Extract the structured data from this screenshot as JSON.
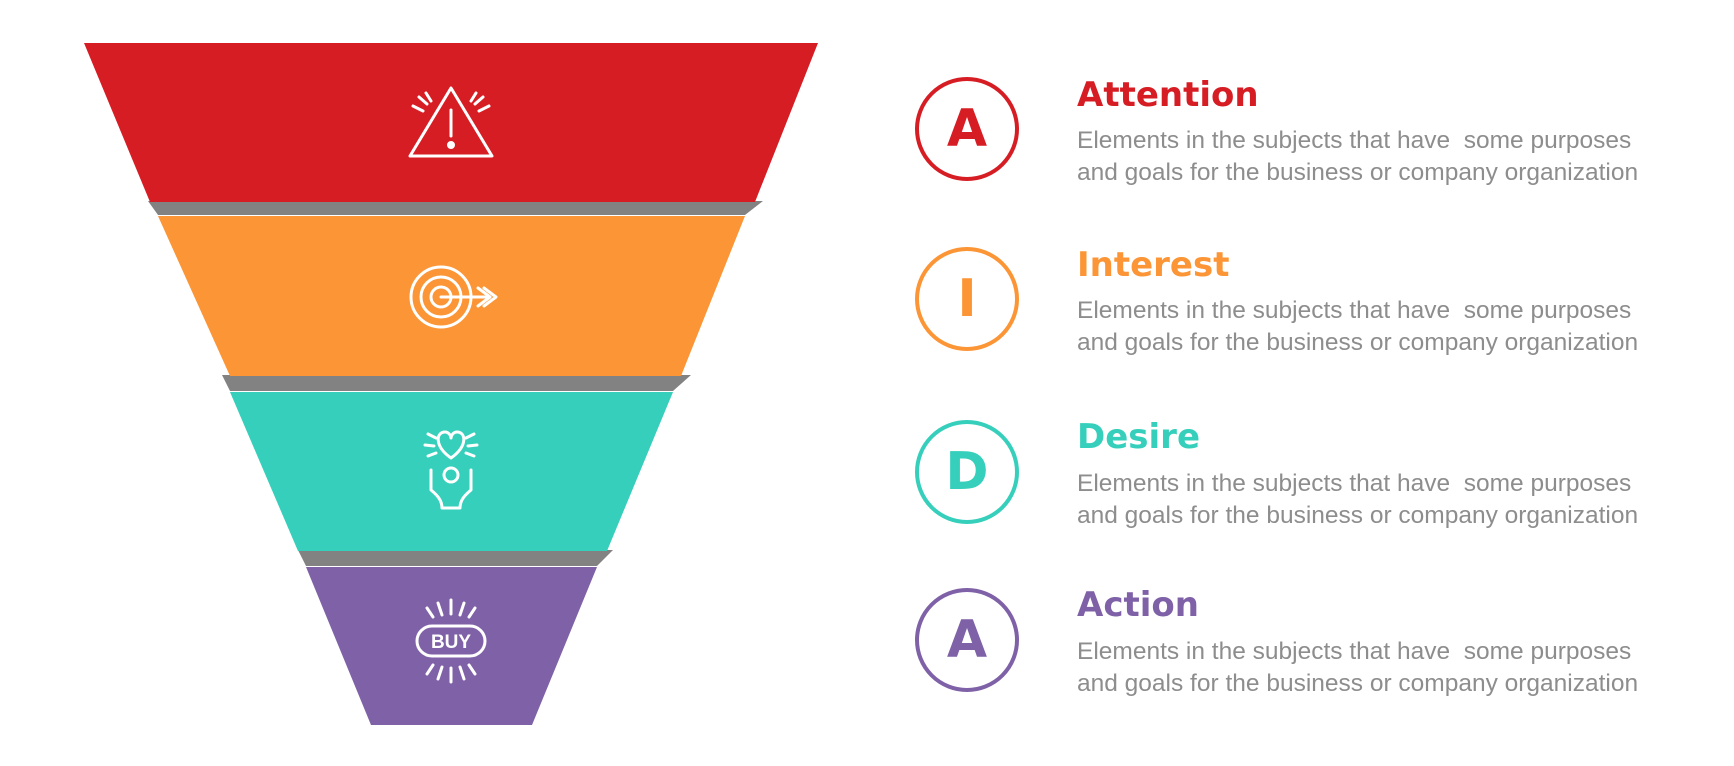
{
  "colors": {
    "attention": "#d71d24",
    "interest": "#fb9535",
    "desire": "#35cfbb",
    "action": "#7f61a7",
    "shadow": "#828282",
    "text_gray": "#8d8d8d"
  },
  "funnel": {
    "levels": [
      {
        "icon": "warning-triangle-icon"
      },
      {
        "icon": "target-arrow-icon"
      },
      {
        "icon": "heart-hands-icon"
      },
      {
        "icon": "buy-tag-icon",
        "label": "BUY"
      }
    ]
  },
  "stages": [
    {
      "letter": "A",
      "title": "Attention",
      "desc_line1": "Elements in the subjects that have  some purposes",
      "desc_line2": "and goals for the business or company organization"
    },
    {
      "letter": "I",
      "title": "Interest",
      "desc_line1": "Elements in the subjects that have  some purposes",
      "desc_line2": "and goals for the business or company organization"
    },
    {
      "letter": "D",
      "title": "Desire",
      "desc_line1": "Elements in the subjects that have  some purposes",
      "desc_line2": "and goals for the business or company organization"
    },
    {
      "letter": "A",
      "title": "Action",
      "desc_line1": "Elements in the subjects that have  some purposes",
      "desc_line2": "and goals for the business or company organization"
    }
  ]
}
